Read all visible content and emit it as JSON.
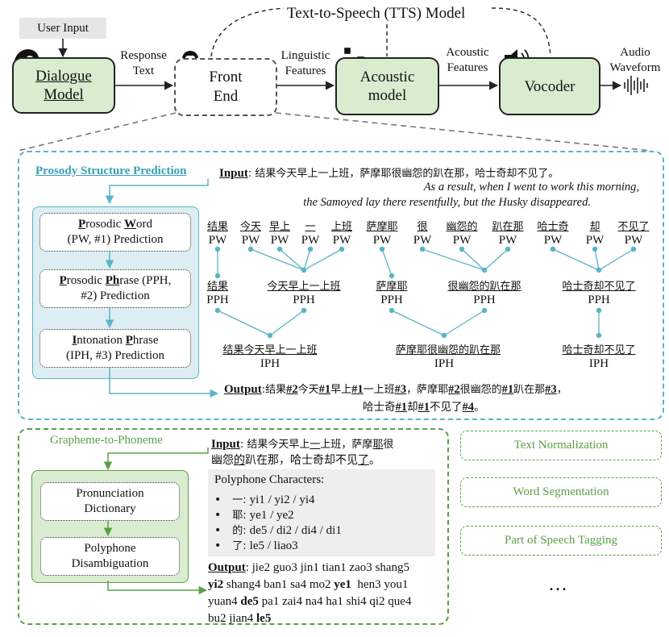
{
  "top": {
    "tts_title": "Text-to-Speech (TTS) Model",
    "user_input": "User Input",
    "dialogue_line1": "Dialogue",
    "dialogue_line2": "Model",
    "response_line1": "Response",
    "response_line2": "Text",
    "frontend_line1": "Front",
    "frontend_line2": "End",
    "linguistic_line1": "Linguistic",
    "linguistic_line2": "Features",
    "acoustic_model_line1": "Acoustic",
    "acoustic_model_line2": "model",
    "acoustic_feat_line1": "Acoustic",
    "acoustic_feat_line2": "Features",
    "vocoder": "Vocoder",
    "audio_line1": "Audio",
    "audio_line2": "Waveform"
  },
  "prosody": {
    "title": "Prosody Structure Prediction",
    "pw_box": {
      "b1": "P",
      "r1": "rosodic ",
      "b2": "W",
      "r2": "ord",
      "line2": "(PW, #1) Prediction"
    },
    "pph_box": {
      "b1": "P",
      "r1": "rosodic ",
      "b2": "Ph",
      "r2": "rase (PPH,",
      "line2": "#2) Prediction"
    },
    "iph_box": {
      "b1": "I",
      "r1": "ntonation ",
      "b2": "P",
      "r2": "hrase",
      "line2": "(IPH, #3) Prediction"
    },
    "input_label": "Input",
    "input_text": ": 结果今天早上一上班，萨摩耶很幽怨的趴在那，哈士奇却不见了。",
    "translation_line1": "As a result, when I went to work this morning,",
    "translation_line2": "the Samoyed lay there resentfully, but the Husky disappeared.",
    "pw_words": [
      "结果",
      "今天",
      "早上",
      "一",
      "上班",
      "萨摩耶",
      "很",
      "幽怨的",
      "趴在那",
      "哈士奇",
      "却",
      "不见了"
    ],
    "pw_tag": "PW",
    "pph_words": [
      "结果",
      "今天早上一上班",
      "萨摩耶",
      "很幽怨的趴在那",
      "哈士奇却不见了"
    ],
    "pph_tag": "PPH",
    "iph_words": [
      "结果今天早上一上班",
      "萨摩耶很幽怨的趴在那",
      "哈士奇却不见了"
    ],
    "iph_tag": "IPH",
    "output_label": "Output",
    "output_line1": [
      {
        "t": ":结果",
        "b": false
      },
      {
        "t": "#2",
        "b": true
      },
      {
        "t": "今天",
        "b": false
      },
      {
        "t": "#1",
        "b": true
      },
      {
        "t": "早上",
        "b": false
      },
      {
        "t": "#1",
        "b": true
      },
      {
        "t": "一上班",
        "b": false
      },
      {
        "t": "#3",
        "b": true
      },
      {
        "t": "，萨摩耶",
        "b": false
      },
      {
        "t": "#2",
        "b": true
      },
      {
        "t": "很幽怨的",
        "b": false
      },
      {
        "t": "#1",
        "b": true
      },
      {
        "t": "趴在那",
        "b": false
      },
      {
        "t": "#3",
        "b": true
      },
      {
        "t": "，",
        "b": false
      }
    ],
    "output_line2": [
      {
        "t": "哈士奇",
        "b": false
      },
      {
        "t": "#1",
        "b": true
      },
      {
        "t": "却",
        "b": false
      },
      {
        "t": "#1",
        "b": true
      },
      {
        "t": "不见了",
        "b": false
      },
      {
        "t": "#4",
        "b": true
      },
      {
        "t": "。",
        "b": false
      }
    ]
  },
  "g2p": {
    "title": "Grapheme-to-Phoneme",
    "dict_line1": "Pronunciation",
    "dict_line2": "Dictionary",
    "poly_line1": "Polyphone",
    "poly_line2": "Disambiguation",
    "input_label": "Input",
    "input_line1": [
      {
        "t": ": 结果今天早上",
        "u": false
      },
      {
        "t": "一",
        "u": true
      },
      {
        "t": "上班，萨摩",
        "u": false
      },
      {
        "t": "耶",
        "u": true
      },
      {
        "t": "很",
        "u": false
      }
    ],
    "input_line2": [
      {
        "t": "幽怨",
        "u": false
      },
      {
        "t": "的",
        "u": true
      },
      {
        "t": "趴在那，哈士奇却不见",
        "u": false
      },
      {
        "t": "了",
        "u": true
      },
      {
        "t": "。",
        "u": false
      }
    ],
    "poly_title": "Polyphone Characters:",
    "poly_items": [
      {
        "ch": "一:",
        "py": "yi1 / yi2 / yi4"
      },
      {
        "ch": "耶:",
        "py": "ye1 / ye2"
      },
      {
        "ch": "的:",
        "py": "de5 / di2 / di4 / di1"
      },
      {
        "ch": "了:",
        "py": "le5 / liao3"
      }
    ],
    "output_label": "Output",
    "output_lines": [
      [
        {
          "t": ": jie2 guo3 jin1 tian1 zao3 shang5",
          "b": false
        }
      ],
      [
        {
          "t": "yi2",
          "b": true
        },
        {
          "t": " shang4 ban1 sa4 mo2 ",
          "b": false
        },
        {
          "t": "ye1",
          "b": true
        },
        {
          "t": "  hen3 you1",
          "b": false
        }
      ],
      [
        {
          "t": "yuan4 ",
          "b": false
        },
        {
          "t": "de5",
          "b": true
        },
        {
          "t": " pa1 zai4 na4 ha1 shi4 qi2 que4",
          "b": false
        }
      ],
      [
        {
          "t": "bu2 jian4 ",
          "b": false
        },
        {
          "t": "le5",
          "b": true
        }
      ]
    ]
  },
  "right": {
    "items": [
      "Text Normalization",
      "Word Segmentation",
      "Part of Speech Tagging"
    ],
    "ellipsis": "…"
  },
  "colors": {
    "green_fill": "#d9ecd0",
    "green_line": "#5aa047",
    "teal_line": "#5ab4c5",
    "teal_fill": "#dceef3"
  }
}
